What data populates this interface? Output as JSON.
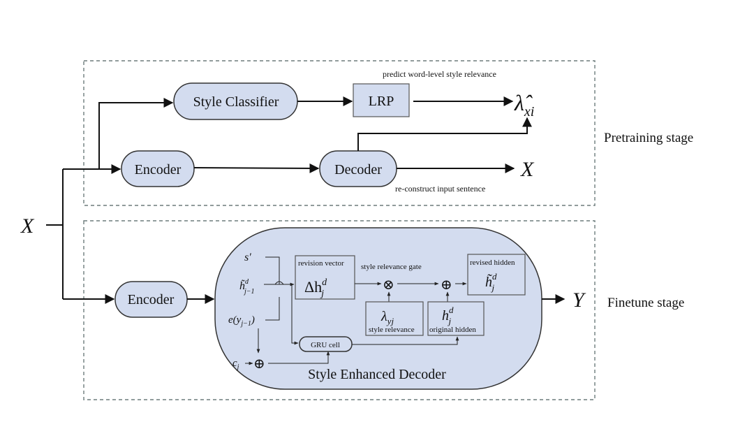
{
  "input_var": "X",
  "pretraining": {
    "stage_label": "Pretraining stage",
    "style_classifier": "Style Classifier",
    "lrp": "LRP",
    "encoder": "Encoder",
    "decoder": "Decoder",
    "lambda_base": "λ̂",
    "lambda_sub": "xi",
    "output_var": "X",
    "predict_note": "predict word-level style relevance",
    "reconstruct_note": "re-construct input sentence"
  },
  "finetune": {
    "stage_label": "Finetune stage",
    "encoder": "Encoder",
    "output_var": "Y",
    "decoder_title": "Style Enhanced Decoder",
    "s_prime": "s′",
    "h_prev_base": "h̃",
    "h_prev_sup": "d",
    "h_prev_sub": "j−1",
    "e_y": "e(y",
    "e_y_sub": "j−1",
    "e_y_close": ")",
    "c_j": "c",
    "c_j_sub": "j",
    "revision_vector_label": "revision vector",
    "delta_h": "Δh",
    "delta_h_sup": "d",
    "delta_h_sub": "j",
    "gate_label": "style relevance gate",
    "lambda_y": "λ",
    "lambda_y_sub": "yj",
    "style_relevance_label": "style relevance",
    "h_orig": "h",
    "h_orig_sup": "d",
    "h_orig_sub": "j",
    "original_hidden_label": "original hidden",
    "revised_hidden_label": "revised hidden",
    "h_rev": "h̃",
    "h_rev_sup": "d",
    "h_rev_sub": "j",
    "gru_cell": "GRU cell",
    "otimes": "⊗",
    "oplus": "⊕"
  }
}
